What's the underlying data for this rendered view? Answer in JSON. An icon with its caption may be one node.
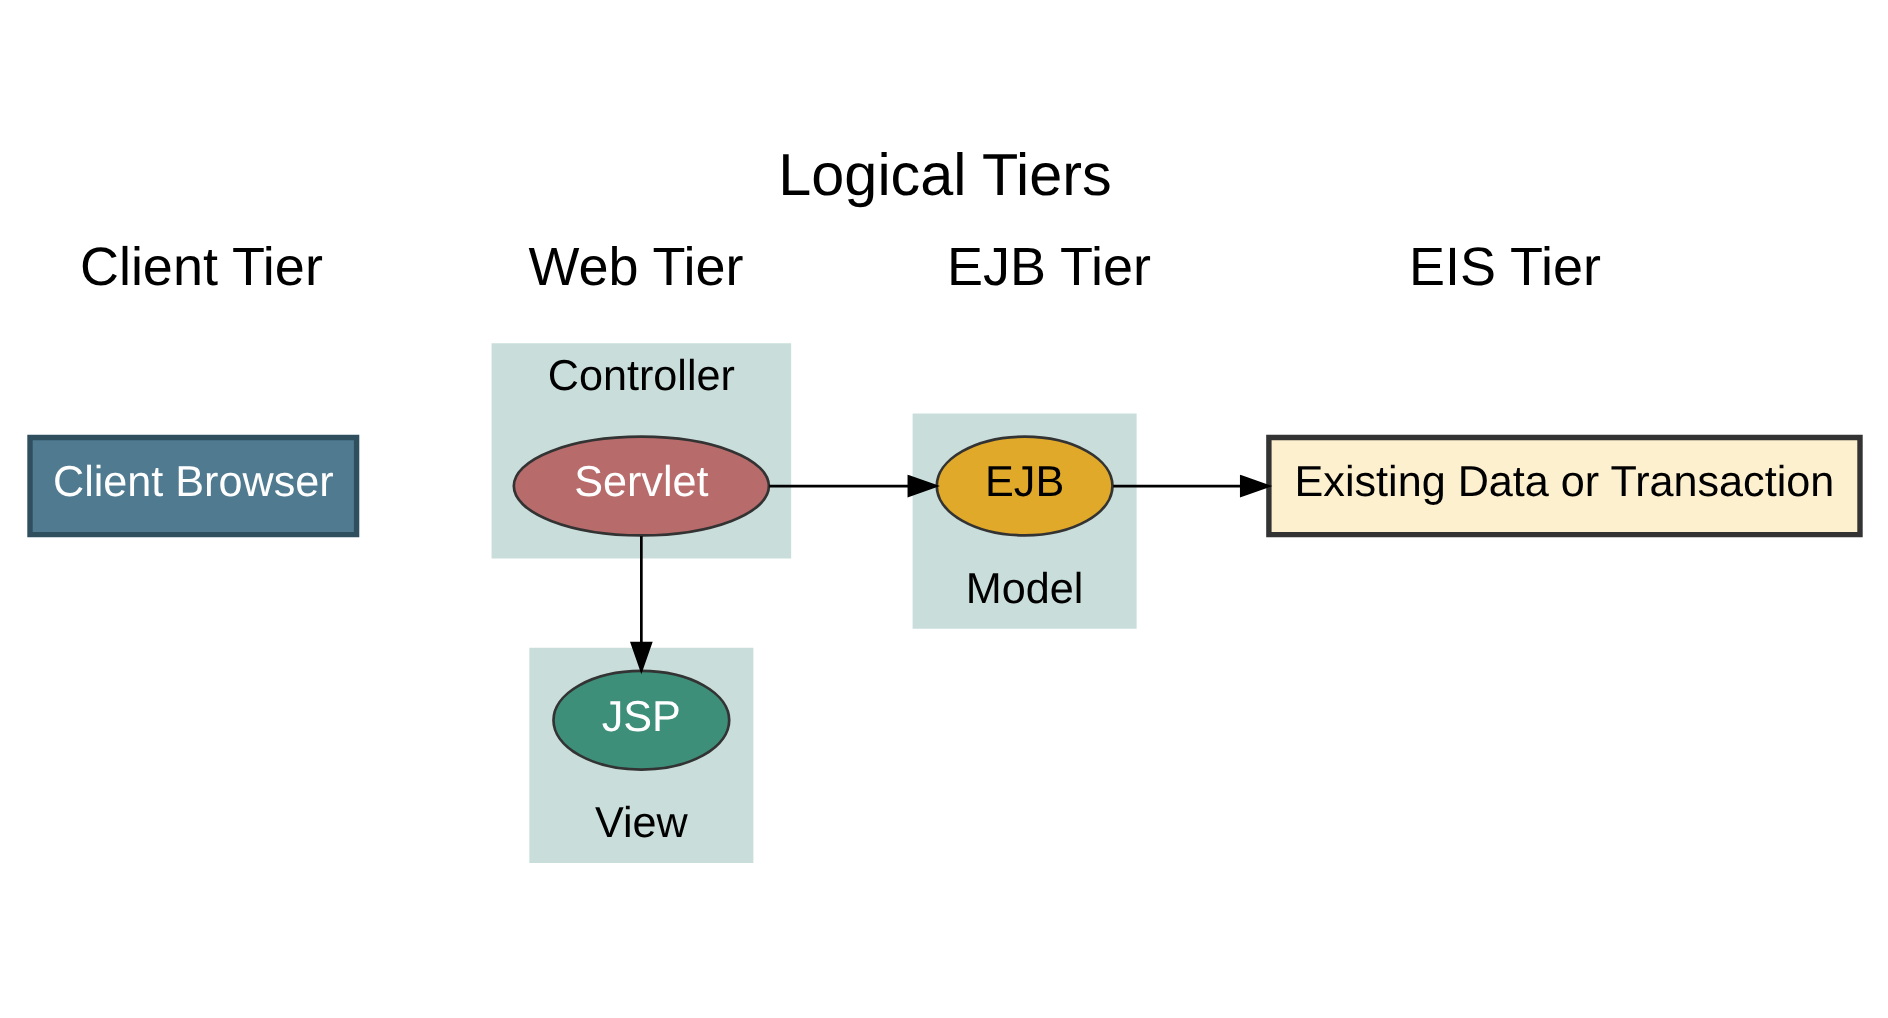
{
  "diagram": {
    "title": "Logical Tiers",
    "nodes": [
      {
        "text": [
          "Client Browser"
        ]
      },
      {
        "text": [
          "Controller"
        ]
      },
      {
        "text": [
          "Servlet"
        ],
        "in": 1
      },
      {
        "text": [
          "View"
        ]
      },
      {
        "text": [
          "JSP"
        ],
        "in": 3
      },
      {
        "text": [
          "Model"
        ]
      },
      {
        "text": [
          "EJB"
        ],
        "in": 5
      },
      {
        "text": [
          "Existing Data or Transaction"
        ]
      }
    ],
    "edges": [
      {
        "from": 2,
        "to": 4,
        "arrow": "to"
      },
      {
        "from": 2,
        "to": 6,
        "arrow": "to"
      },
      {
        "from": 6,
        "to": 7,
        "arrow": "to"
      }
    ],
    "labels": [
      "Client Tier",
      "Web Tier",
      "EJB Tier",
      "EIS Tier"
    ]
  }
}
